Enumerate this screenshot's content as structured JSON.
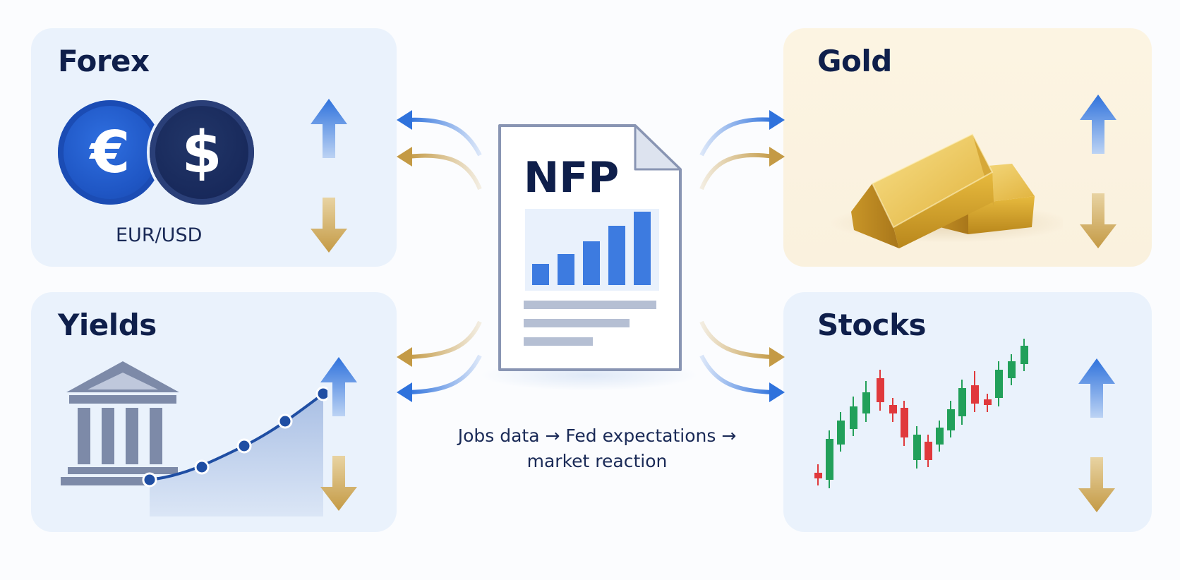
{
  "center": {
    "title": "NFP",
    "caption_line1": "Jobs data → Fed expectations →",
    "caption_line2": "market reaction"
  },
  "panels": {
    "forex": {
      "title": "Forex",
      "pair_label": "EUR/USD",
      "euro_symbol": "€",
      "dollar_symbol": "$"
    },
    "gold": {
      "title": "Gold"
    },
    "yields": {
      "title": "Yields"
    },
    "stocks": {
      "title": "Stocks"
    }
  },
  "colors": {
    "up_arrow": "#2f72dc",
    "down_arrow": "#c49a45",
    "title_navy": "#0f1f4b",
    "panel_blue": "#eaf2fc",
    "panel_gold": "#fcf4e2",
    "candle_up": "#22a05a",
    "candle_down": "#e0393c"
  },
  "icons": {
    "forex": [
      "euro-coin-icon",
      "dollar-coin-icon",
      "up-arrow-icon",
      "down-arrow-icon"
    ],
    "gold": [
      "gold-bars-icon",
      "up-arrow-icon",
      "down-arrow-icon"
    ],
    "yields": [
      "bank-building-icon",
      "rising-yield-curve-icon",
      "up-arrow-icon",
      "down-arrow-icon"
    ],
    "stocks": [
      "candlestick-chart-icon",
      "up-arrow-icon",
      "down-arrow-icon"
    ],
    "center": [
      "report-document-icon",
      "bar-chart-icon"
    ]
  }
}
